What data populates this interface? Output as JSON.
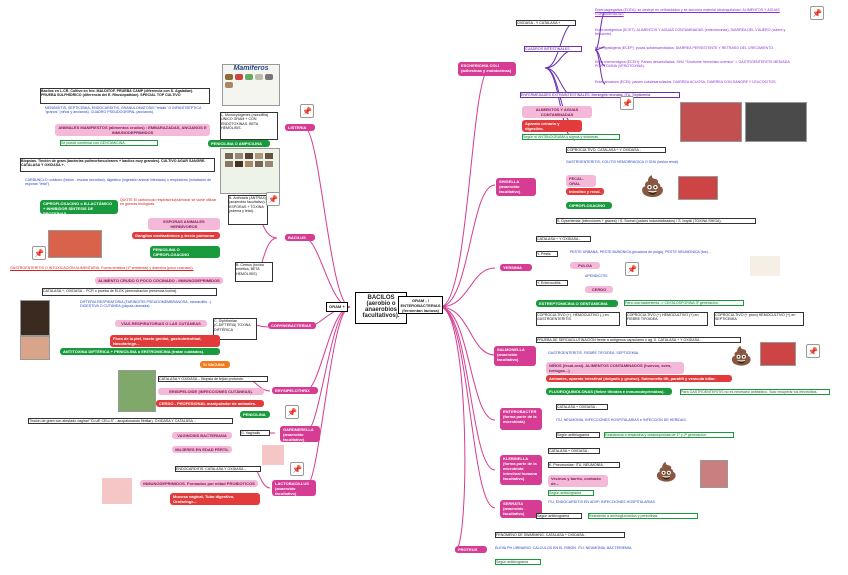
{
  "center": {
    "title": "BACILOS (aerobio o anaerobios facultativos).",
    "left": "GRAM +",
    "right": "GRAM - / ENTEROBACTERIAS (fermentan lactosa)"
  },
  "left": {
    "listeria": {
      "label": "LISTERIA",
      "main": "L. Monocytogenes (monofilia) ÚNICO GRAM + CON ENDOTOXINAS. BETA HEMÓLISIS.",
      "note1": "Bacilos en L.CR. Cultivo en frío. MALDITOF. PRUEBA CAMP (diferencia con S. Agalatiae). PRUEBA SULFHÍDRICO (diferencia del E. Rhusiopathiae). SPECIAL TOP CULTIVO",
      "note2": "MENINGITIS, SEPTICEMIA, ENDOCARDITIS, GRANULOMATOSIS \"fetalis\" O INFANTISÉPTICA \"granos\" (niños y ancianos). CUADRO PSEUDOGRIPAL (ancianos).",
      "note3": "ANIMALES MANIFIESTOS (alimentos crudos) : EMBARAZADAS, ANCIANOS E INMUNODEPRIMIDOS",
      "note4": "Se puede combinar con GENTAMICINA.",
      "treat": "PENICILINA O AMPICILINA",
      "img_label": "Mamíferos"
    },
    "bacilus": {
      "label": "BACILUS",
      "main": "B. Anthracis (ANTRAX) (anaerobio facultativo). ESPORAS + TOXINA (edema y letal).",
      "note1": "Biopsias. Tinción de gram (bacterias polimorfonucleares + bacilos muy grandes). CULTIVO AGAR SANGRE. CATALASA Y OXIDASA +.",
      "note2": "CARBUNCLO: cutáneo (lesión - escara necrótica), digestivo (ingestión animal infectado) o respiratorio (inhalación de esporas \"letal\").",
      "quote": "QUOTE El carbunculo respiratorio/pulmonar se suele utilizar en guerras biológicas.",
      "drug": "CIPROFLOXACINO o B-LACTÁMICO + INHIBIDOR SÍNTESIS DE PROTEÍNAS.",
      "pink1": "ESPORAS ANIMALES HERBÍVOROS",
      "red1": "Ganglios mediastínicos y tercio pulmonar",
      "treat": "PENICILINA O CIPROFLOXACINO",
      "cereus": "B. Cereus (toxina emética, BETA HEMÓLISIS)",
      "cereus_note": "GASTROENTERITIS O INTOXICACIÓN ALIMENTARIA. Forma emética (1º ambiental) y diarreica (poco cocinado).",
      "cereus_pink": "ALIMENTO CRUDO O POCO COCINADO - INMUNODEPRIMIDOS"
    },
    "coryne": {
      "label": "CORYNEBACTERIAS",
      "main": "C. Diphtheriae (C.DIFTERIA) TOXINA DIFTÉRICA",
      "note1": "CATALASA +, OXIDASA -. PCR o prueba de ELEK (demostración presencia toxina).",
      "note2": "DIFTERIA RESPIRATORIA (FARINGITIS PSEUDOMEMBRANOSA, miocarditis...). DIGESTIVA O CUTÁNEA (pápula ulcerada).",
      "pink": "VÍAS RESPIRATORIAS O LAS CUTÁNEAS",
      "red": "Flora de la piel, tracto genital, gastrointestinal, Nasofaringe...",
      "green": "ANTITOXINA DIFTÉRICA + PENICILINA o ERITROMICINA (tratar cuidados).",
      "vac": "Si VACUNA"
    },
    "erysipe": {
      "label": "ERYSIPELOTHRIX",
      "note": "CATALASA Y OXIDASA -. Biopsia de tejido profundo.",
      "pink": "ERISIPELOIDE (INFECCIONES CUTÁNEAS).",
      "red": "CERDO - PROFESIONAL manipulador de animales.",
      "treat": "PENICILINA"
    },
    "gardnerella": {
      "label": "GARDNERELLA (anaerobio facultativo)",
      "g": "G. Vaginalis",
      "note": "Tinción de gram con atestado vaginal \"CLUE CELLS\" - anopalosando fibrillar). OXIDASA Y CATALASA -.",
      "pink1": "VAGINOSIS BACTERIANA",
      "pink2": "MUJERES EN EDAD FÉRTIL"
    },
    "lacto": {
      "label": "LACTOBACILLUS (anaerobio facultativo)",
      "note": "ENDOCARDITIS. CATALASA Y OXIDASA -.",
      "pink": "INMUNODEPRIMIDOS. Formados por mitad PROBIOTICOS",
      "red": "Mucosa vaginal, Tubo digestivo, Orofaringe..."
    }
  },
  "right": {
    "escherichia": {
      "label": "ESCHERICHIA COLI (adhesinas y endotoxinas)",
      "oxi": "OXIDASA - Y CATALASA +",
      "ent": "Enteroagregativa (ECEA): se destrye en vellosidades y se acumula material citoenquilaloso. ALIMENTOS Y AGUAS CONTAMINADAS",
      "cuadros": "CUADROS INTESTINALES",
      "e1": "Enterotoxigénica (ECET): ALIMENTOS Y AGUAS CONTAMINADAS (enterotoxinas). DIARREA DEL VIAJERO (cólera y frecuente).",
      "e2": "Enteropatógena (ECEP): pocas subdesarrollados. DIARREA PERSISTENTE Y RETRASO DEL CRECIMIENTO.",
      "e3": "Enterohemorrágica (ECEH): Países desarrollados. SHU \"Síndrome hemolítico urémico\" = GASTROENTERITIS MEDIADA POR TOXINA (VEROTOXINA).",
      "e4": "Enteroinvasiva (ECEI): países subdesarrollados. DIARREA ACUOSA, DIARREA CON SANGRE Y LEUCOCITOS.",
      "extra": "ENFERMEDADES EXTRAINTESTINALES: Meningitis neonatal, ITU, Septicemia.",
      "pk1": "ALIMENTOS Y AGUAS CONTAMINADAS",
      "rd1": "Aparato urinario y digestivo.",
      "atb": "Según el ANTIBIOGRAMA y signos y síntomas."
    },
    "shigella": {
      "label": "SHIGELLA (anaerobio facultativo)",
      "a": "COPROCULTIVO. CATALASA + Y OXIDASA -",
      "b": "GASTROENTERITIS, COLITIS HEMORRÁGICA O SHU (lesión renal).",
      "c": "FECAL-ORAL",
      "d": "Intestino y recal.",
      "e": "CIPROFLOXACINO",
      "f": "S. Dysenteriae (infecciones + graves) / S. Sonnei (países industrializados) / S. boydii (TOXINA SHIGA)."
    },
    "yersinia": {
      "label": "YERSINIA",
      "a": "CATALASA + Y OXIDASA -",
      "pestis": "Y. Pestis",
      "p1": "PESTE URBANA, PESTE BUBÓNICA (picadura de pulga), PESTE NEUMÓNICA (tos)...",
      "p2": "PULGA",
      "entero": "Y. Enterocolitis",
      "e1": "APENDICITIS",
      "e2": "CERDO",
      "treat": "ESTREPTOMICINA O GENTAMICINA",
      "t2": "Para una bacteriemia -> CEFALOSPORINA 3º generación."
    },
    "salmonella": {
      "label": "SALMONELLA (anaerobio facultativo)",
      "c1": "COPROCULTIVO (+), HEMOCULTIVO (-) en GASTROENTERITIS.",
      "c2": "COPROCULTIVO (+) HEMOCULTIVO (+) en FIEBRE TIFOIDEA.",
      "c3": "COPROCULTIVO (+ poco) HEMOCULTIVO (+) en SEPTICEMIA",
      "a": "PRUEBA DE SEROAGLUTINACIÓN frente a antígenos capsulares o ag. 0. CATALASA + Y OXIDASA -",
      "b": "GASTROENTERITIS. FIEBRE TIFOIDEA. SEPTICEMIA.",
      "c": "NIÑOS (fecal-oral). ALIMENTOS CONTAMINADOS (huevos, aves, tortugas...)",
      "d": "Animales, aparato intestinal (delgado y grueso). Salmonella tifi, paratifi y vesícula biliar.",
      "e": "FLUOROQUINOLONAS (fiebre tifoidea e inmunodeprimidos).",
      "f": "Para GASTROENTERITIS no es necesario antibiótico. Solo recuperar los electrolitos."
    },
    "entero": {
      "label": "ENTEROBACTER (forma parte de la microbiota)",
      "a": "CATALASA + OXIDASA -",
      "b": "ITU, NEUMONÍA, INFECCIONES HOSPITALARIAS e INFECCIÓN DE HERIDAS.",
      "c": "Según antibiograma",
      "d": "Resistencia a ampicilina y cefalosporinas de 1º y 2º generación."
    },
    "klebsiella": {
      "label": "KLEBSIELLA (forma parte de la microbiota intestinal humana facultativo)",
      "a": "CATALASA + OXIDASA -",
      "b": "K. Pneumoniae: ITU, NEUMONÍA.",
      "c": "Vecinos y barrio, contacto de...",
      "d": "Según antibiograma"
    },
    "serratia": {
      "label": "SERRATIA (anaerobio facultativo)",
      "a": "ITU, ENDOCARDITIS EN ADVP, INFECCIONES HOSPITALARIAS.",
      "b": "Según antibiograma",
      "c": "Resistente a aminoglucósidos y penicilinas."
    },
    "proteus": {
      "label": "PROTEUS",
      "a": "FENÓMENO DE SWARMING. CATALASA + OXIDASA -",
      "b": "ELEVA PH URINARIO: CÁLCULOS EN EL RIÑÓN. ITU, NEUMONÍA, BACTERIEMIA.",
      "c": "Según antibiograma"
    }
  },
  "pin_icon": "pushpin-icon"
}
